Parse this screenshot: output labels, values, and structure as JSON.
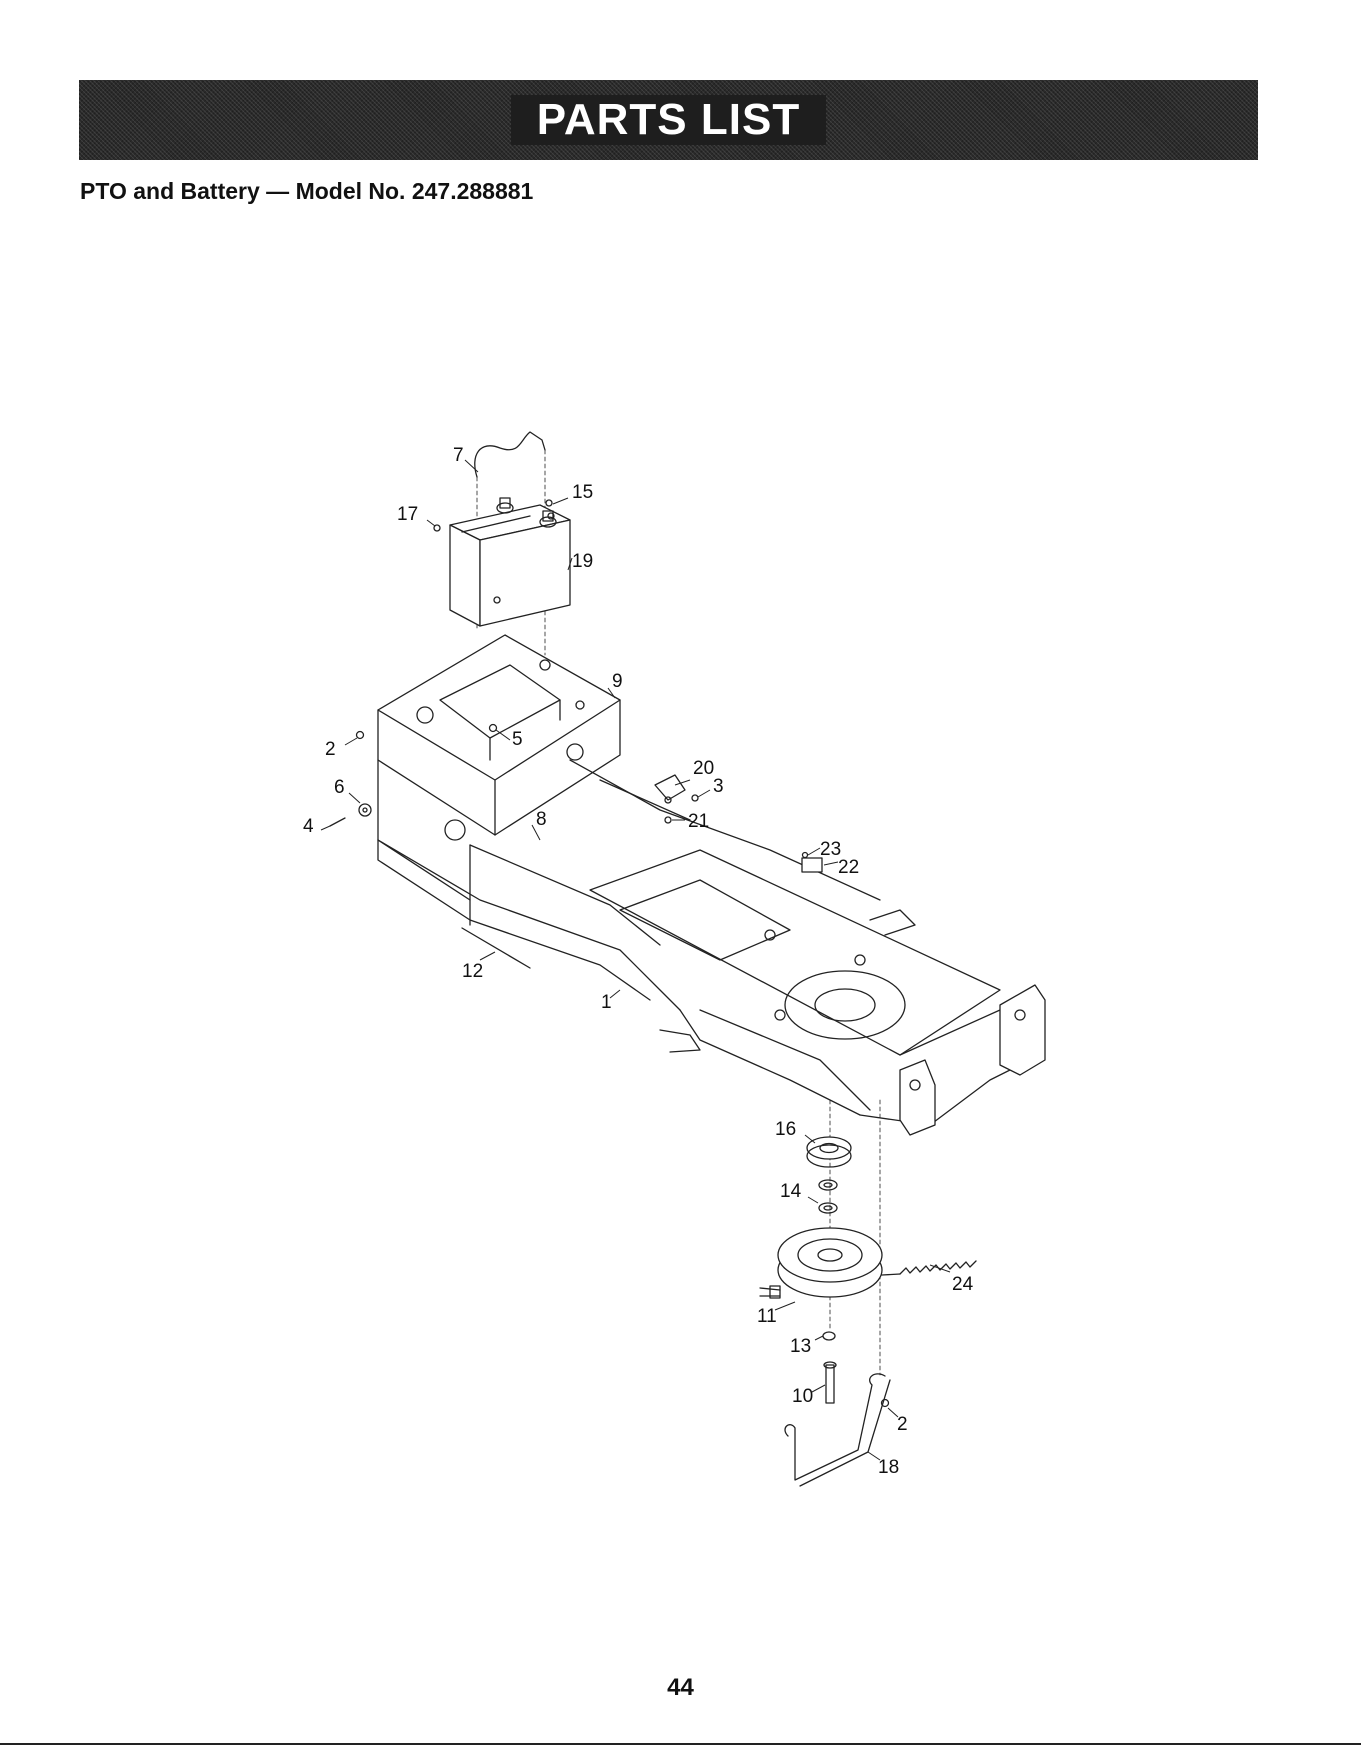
{
  "header": {
    "title": "PARTS LIST"
  },
  "subtitle": "PTO and Battery — Model No. 247.288881",
  "callouts": [
    "7",
    "15",
    "17",
    "19",
    "9",
    "2",
    "5",
    "6",
    "4",
    "20",
    "3",
    "8",
    "21",
    "23",
    "22",
    "12",
    "1",
    "16",
    "14",
    "24",
    "11",
    "13",
    "10",
    "2",
    "18"
  ],
  "page_number": "44"
}
